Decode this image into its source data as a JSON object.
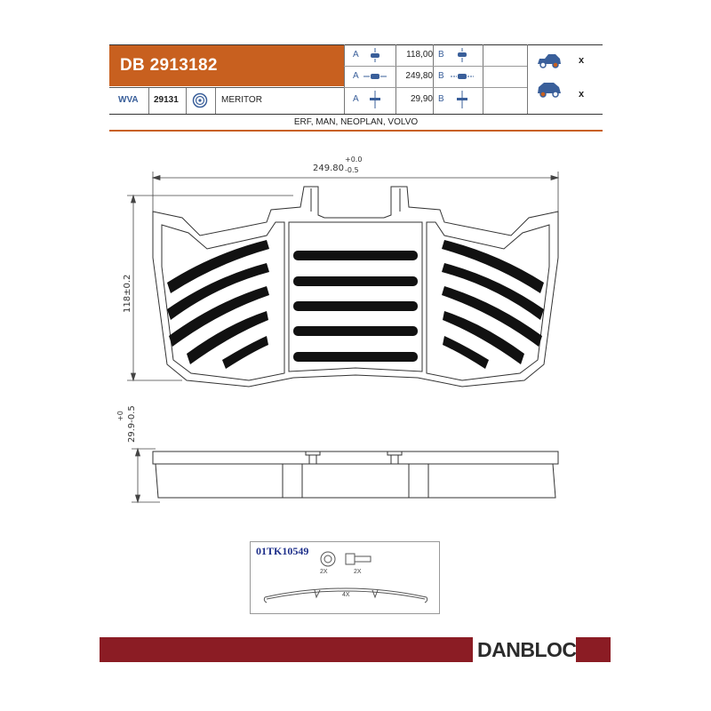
{
  "product": {
    "code": "DB 2913182",
    "wva_label": "WVA",
    "wva_number": "29131",
    "system_icon": "brake-disc-icon",
    "manufacturer": "MERITOR",
    "applications": "ERF, MAN, NEOPLAN, VOLVO"
  },
  "dimensions": [
    {
      "letter_a": "A",
      "icon_a": "height-dimension-icon",
      "value": "118,00",
      "letter_b": "B",
      "icon_b": "height-dimension-icon"
    },
    {
      "letter_a": "A",
      "icon_a": "width-dimension-icon",
      "value": "249,80",
      "letter_b": "B",
      "icon_b": "width-dimension-icon"
    },
    {
      "letter_a": "A",
      "icon_a": "thickness-dimension-icon",
      "value": "29,90",
      "letter_b": "B",
      "icon_b": "thickness-dimension-icon"
    }
  ],
  "vehicles": [
    {
      "icon": "car-front-axle-icon",
      "mark": "x"
    },
    {
      "icon": "car-rear-axle-icon",
      "mark": "x"
    }
  ],
  "drawing": {
    "width_label": "249.80",
    "width_tol_upper": "+0.0",
    "width_tol_lower": "-0.5",
    "height_label": "118±0.2",
    "thickness_label": "29.9-0.5",
    "thickness_tol": "+0"
  },
  "kit": {
    "code": "01TK10549",
    "washer_qty": "2X",
    "bolt_qty": "2X",
    "spring_qty": "4X"
  },
  "footer": {
    "brand": "DANBLOCK"
  },
  "colors": {
    "accent": "#c8601f",
    "footer": "#8b1c24",
    "icon_blue": "#3a5f9a"
  }
}
